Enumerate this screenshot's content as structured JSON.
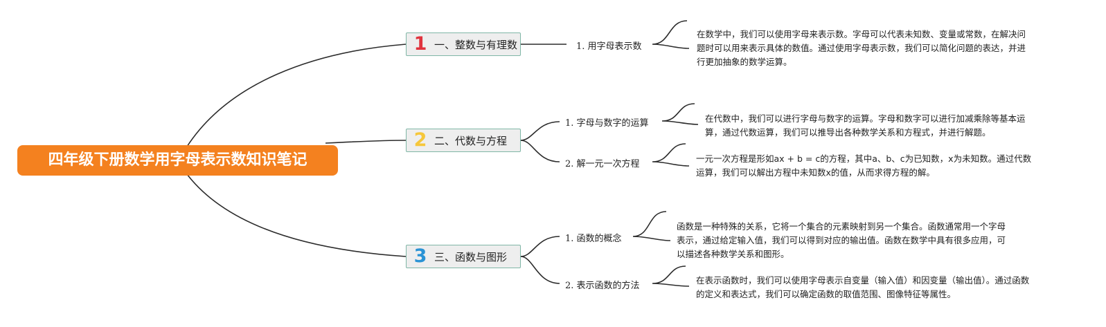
{
  "root": {
    "title": "四年级下册数学用字母表示数知识笔记"
  },
  "colors": {
    "root": "#f4811f",
    "num1": "#e0333d",
    "num2": "#f6c73b",
    "num3": "#2a93d5",
    "line": "#2b2b2b"
  },
  "branches": [
    {
      "num": "1",
      "label": "一、整数与有理数",
      "leaves": [
        {
          "label": "1. 用字母表示数",
          "note": "在数学中，我们可以使用字母来表示数。字母可以代表未知数、变量或常数，在解决问题时可以用来表示具体的数值。通过使用字母表示数，我们可以简化问题的表达，并进行更加抽象的数学运算。"
        }
      ]
    },
    {
      "num": "2",
      "label": "二、代数与方程",
      "leaves": [
        {
          "label": "1. 字母与数字的运算",
          "note": "在代数中，我们可以进行字母与数字的运算。字母和数字可以进行加减乘除等基本运算，通过代数运算，我们可以推导出各种数学关系和方程式，并进行解题。"
        },
        {
          "label": "2. 解一元一次方程",
          "note": "一元一次方程是形如ax + b = c的方程，其中a、b、c为已知数，x为未知数。通过代数运算，我们可以解出方程中未知数x的值，从而求得方程的解。"
        }
      ]
    },
    {
      "num": "3",
      "label": "三、函数与图形",
      "leaves": [
        {
          "label": "1. 函数的概念",
          "note": "函数是一种特殊的关系，它将一个集合的元素映射到另一个集合。函数通常用一个字母表示，通过给定输入值，我们可以得到对应的输出值。函数在数学中具有很多应用，可以描述各种数学关系和图形。"
        },
        {
          "label": "2. 表示函数的方法",
          "note": "在表示函数时，我们可以使用字母表示自变量（输入值）和因变量（输出值）。通过函数的定义和表达式，我们可以确定函数的取值范围、图像特征等属性。"
        }
      ]
    }
  ]
}
